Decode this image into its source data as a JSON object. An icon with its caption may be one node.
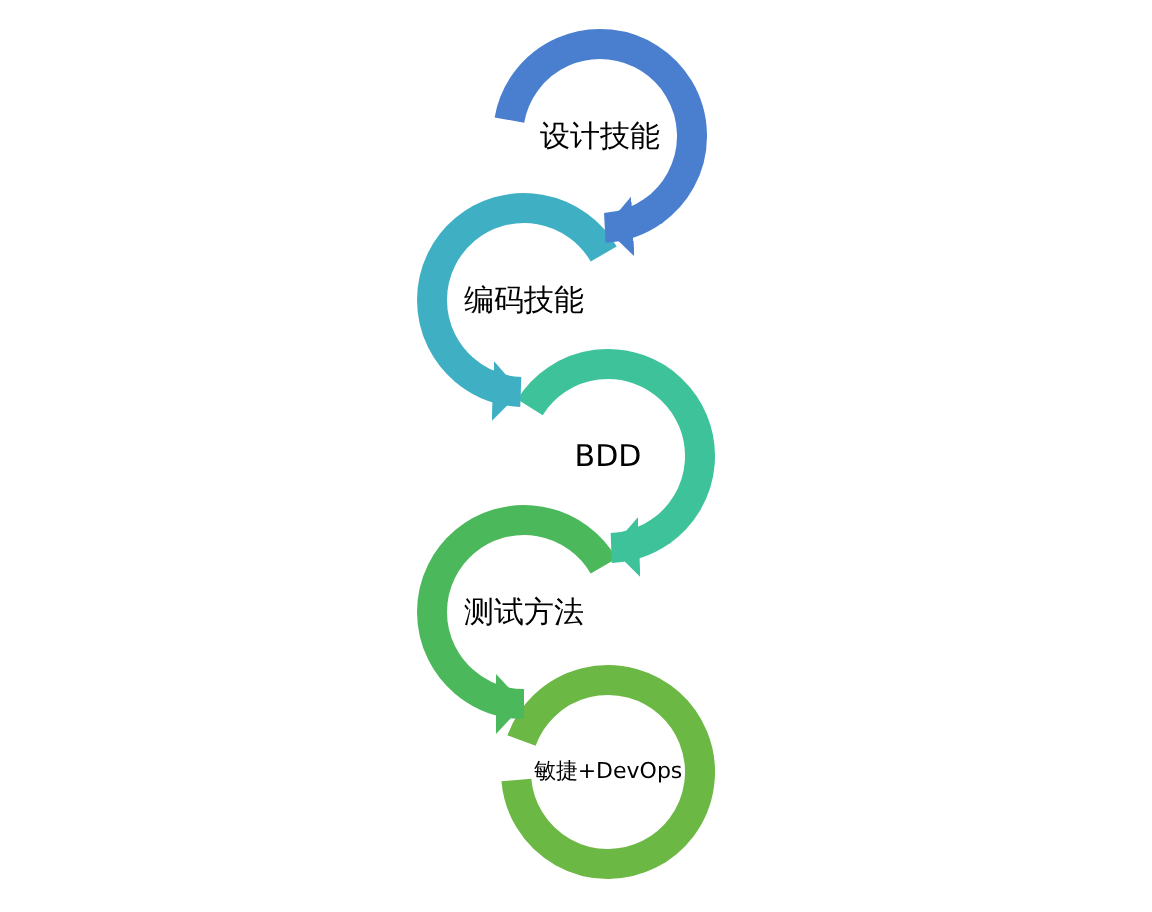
{
  "diagram": {
    "nodes": [
      {
        "text": [
          "设计技能"
        ]
      },
      {
        "text": [
          "编码技能"
        ]
      },
      {
        "text": [
          "BDD"
        ]
      },
      {
        "text": [
          "测试方法"
        ]
      },
      {
        "text": [
          "敏捷+DevOps"
        ]
      }
    ],
    "edges": [
      {
        "from": 0,
        "to": 1,
        "arrow": "to",
        "color": "#4a7fd0"
      },
      {
        "from": 1,
        "to": 2,
        "arrow": "to",
        "color": "#3fb0c4"
      },
      {
        "from": 2,
        "to": 3,
        "arrow": "to",
        "color": "#3ec29a"
      },
      {
        "from": 3,
        "to": 4,
        "arrow": "to",
        "color": "#4cb85c"
      }
    ]
  }
}
